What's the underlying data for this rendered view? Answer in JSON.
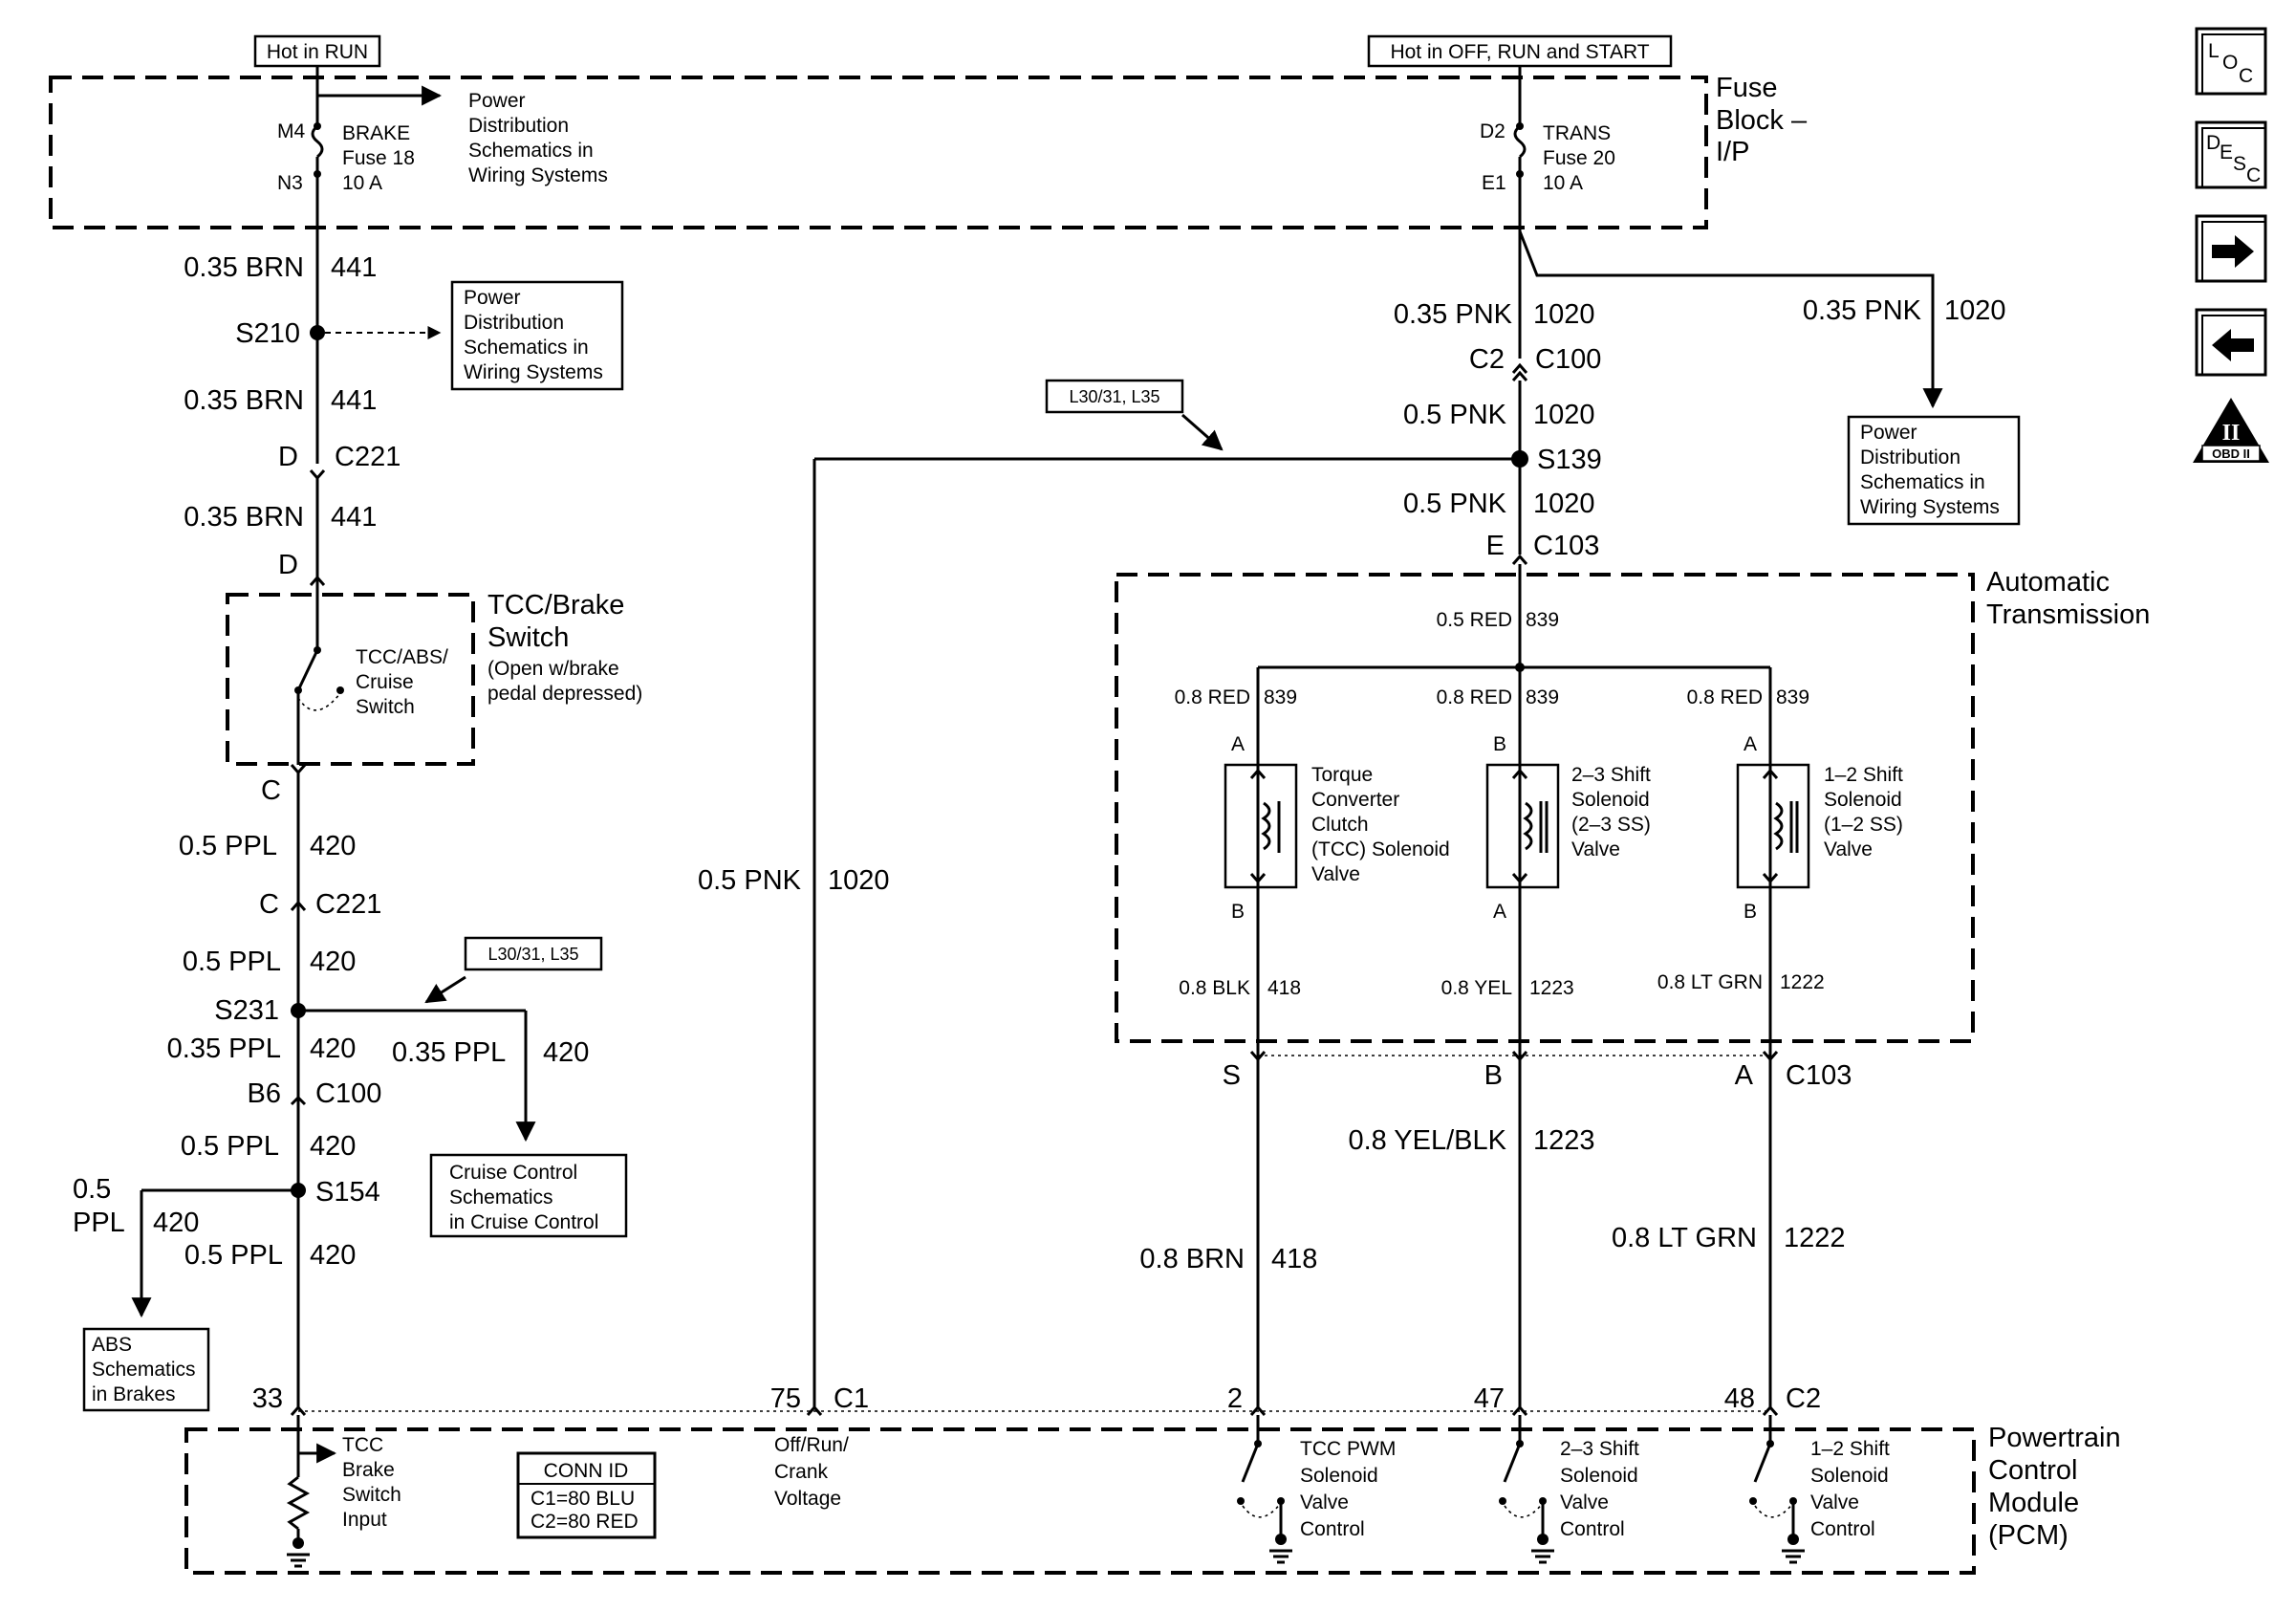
{
  "power": {
    "hot_run": "Hot in RUN",
    "hot_all": "Hot in OFF, RUN and START"
  },
  "fuse_block": {
    "title": [
      "Fuse",
      "Block –",
      "I/P"
    ],
    "brake_fuse": {
      "pin_in": "M4",
      "pin_out": "N3",
      "lines": [
        "BRAKE",
        "Fuse 18",
        "10 A"
      ]
    },
    "trans_fuse": {
      "pin_in": "D2",
      "pin_out": "E1",
      "lines": [
        "TRANS",
        "Fuse 20",
        "10 A"
      ]
    },
    "power_dist_note": [
      "Power",
      "Distribution",
      "Schematics in",
      "Wiring Systems"
    ]
  },
  "refs": {
    "power_dist_s210": [
      "Power",
      "Distribution",
      "Schematics in",
      "Wiring Systems"
    ],
    "power_dist_right": [
      "Power",
      "Distribution",
      "Schematics in",
      "Wiring Systems"
    ],
    "cruise": [
      "Cruise Control",
      "Schematics",
      "in Cruise Control"
    ],
    "abs": [
      "ABS",
      "Schematics",
      "in Brakes"
    ]
  },
  "options": {
    "top": "L30/31, L35",
    "s231": "L30/31, L35"
  },
  "left_circuit": {
    "w1": {
      "gauge": "0.35 BRN",
      "circuit": "441"
    },
    "splice_s210": "S210",
    "w2": {
      "gauge": "0.35 BRN",
      "circuit": "441"
    },
    "c221_top": {
      "pin": "D",
      "name": "C221"
    },
    "w3": {
      "gauge": "0.35 BRN",
      "circuit": "441"
    },
    "pin_d": "D",
    "tcc_switch": {
      "title": [
        "TCC/Brake",
        "Switch"
      ],
      "note": [
        "(Open w/brake",
        "pedal depressed)"
      ],
      "label": [
        "TCC/ABS/",
        "Cruise",
        "Switch"
      ]
    },
    "pin_c": "C",
    "w4": {
      "gauge": "0.5 PPL",
      "circuit": "420"
    },
    "c221_bot": {
      "pin": "C",
      "name": "C221"
    },
    "w5": {
      "gauge": "0.5 PPL",
      "circuit": "420"
    },
    "splice_s231": "S231",
    "w6": {
      "gauge": "0.35 PPL",
      "circuit": "420"
    },
    "w6b": {
      "gauge": "0.35 PPL",
      "circuit": "420"
    },
    "c100": {
      "pin": "B6",
      "name": "C100"
    },
    "w7": {
      "gauge": "0.5 PPL",
      "circuit": "420"
    },
    "splice_s154": "S154",
    "w8": {
      "gauge_a": "0.5",
      "gauge_b": "PPL",
      "circuit": "420"
    },
    "w9": {
      "gauge": "0.5 PPL",
      "circuit": "420"
    },
    "pcm_pin": "33"
  },
  "right_circuit": {
    "w1": {
      "gauge": "0.35 PNK",
      "circuit": "1020"
    },
    "w1b": {
      "gauge": "0.35 PNK",
      "circuit": "1020"
    },
    "c100": {
      "pin": "C2",
      "name": "C100"
    },
    "w2": {
      "gauge": "0.5 PNK",
      "circuit": "1020"
    },
    "splice_s139": "S139",
    "w3": {
      "gauge": "0.5 PNK",
      "circuit": "1020"
    },
    "c103": {
      "pin": "E",
      "name": "C103"
    },
    "w_pcm": {
      "gauge": "0.5 PNK",
      "circuit": "1020"
    },
    "pcm_pin": "75",
    "pcm_conn": "C1"
  },
  "transmission": {
    "title": [
      "Automatic",
      "Transmission"
    ],
    "feed": {
      "gauge": "0.5 RED",
      "circuit": "839"
    },
    "solenoids": [
      {
        "feed_gauge": "0.8 RED",
        "feed_circuit": "839",
        "pin_top": "A",
        "pin_bot": "B",
        "label": [
          "Torque",
          "Converter",
          "Clutch",
          "(TCC) Solenoid",
          "Valve"
        ],
        "out_gauge": "0.8 BLK",
        "out_circuit": "418"
      },
      {
        "feed_gauge": "0.8 RED",
        "feed_circuit": "839",
        "pin_top": "B",
        "pin_bot": "A",
        "label": [
          "2–3 Shift",
          "Solenoid",
          "(2–3 SS)",
          "Valve"
        ],
        "out_gauge": "0.8 YEL",
        "out_circuit": "1223"
      },
      {
        "feed_gauge": "0.8 RED",
        "feed_circuit": "839",
        "pin_top": "A",
        "pin_bot": "B",
        "label": [
          "1–2 Shift",
          "Solenoid",
          "(1–2 SS)",
          "Valve"
        ],
        "out_gauge": "0.8 LT GRN",
        "out_circuit": "1222"
      }
    ],
    "c103": {
      "pins": [
        "S",
        "B",
        "A"
      ],
      "name": "C103"
    }
  },
  "pcm_wires": [
    {
      "gauge": "0.8 BRN",
      "circuit": "418",
      "pin": "2"
    },
    {
      "gauge": "0.8 YEL/BLK",
      "circuit": "1223",
      "pin": "47"
    },
    {
      "gauge": "0.8 LT GRN",
      "circuit": "1222",
      "pin": "48"
    }
  ],
  "pcm": {
    "title": [
      "Powertrain",
      "Control",
      "Module",
      "(PCM)"
    ],
    "conn2": "C2",
    "conn_id": {
      "title": "CONN ID",
      "lines": [
        "C1=80 BLU",
        "C2=80 RED"
      ]
    },
    "tcc_input": [
      "TCC",
      "Brake",
      "Switch",
      "Input"
    ],
    "voltage": [
      "Off/Run/",
      "Crank",
      "Voltage"
    ],
    "controls": [
      [
        "TCC PWM",
        "Solenoid",
        "Valve",
        "Control"
      ],
      [
        "2–3 Shift",
        "Solenoid",
        "Valve",
        "Control"
      ],
      [
        "1–2 Shift",
        "Solenoid",
        "Valve",
        "Control"
      ]
    ]
  },
  "side_icons": {
    "loc": {
      "name": "loc-icon",
      "l1": "L",
      "l2": "O",
      "l3": "C"
    },
    "desc": {
      "name": "desc-icon",
      "l1": "D",
      "l2": "E",
      "l3": "S",
      "l4": "C"
    },
    "next": "arrow-right-icon",
    "prev": "arrow-left-icon",
    "obd": {
      "name": "obd-ii-icon",
      "roman": "II",
      "label": "OBD II"
    }
  }
}
